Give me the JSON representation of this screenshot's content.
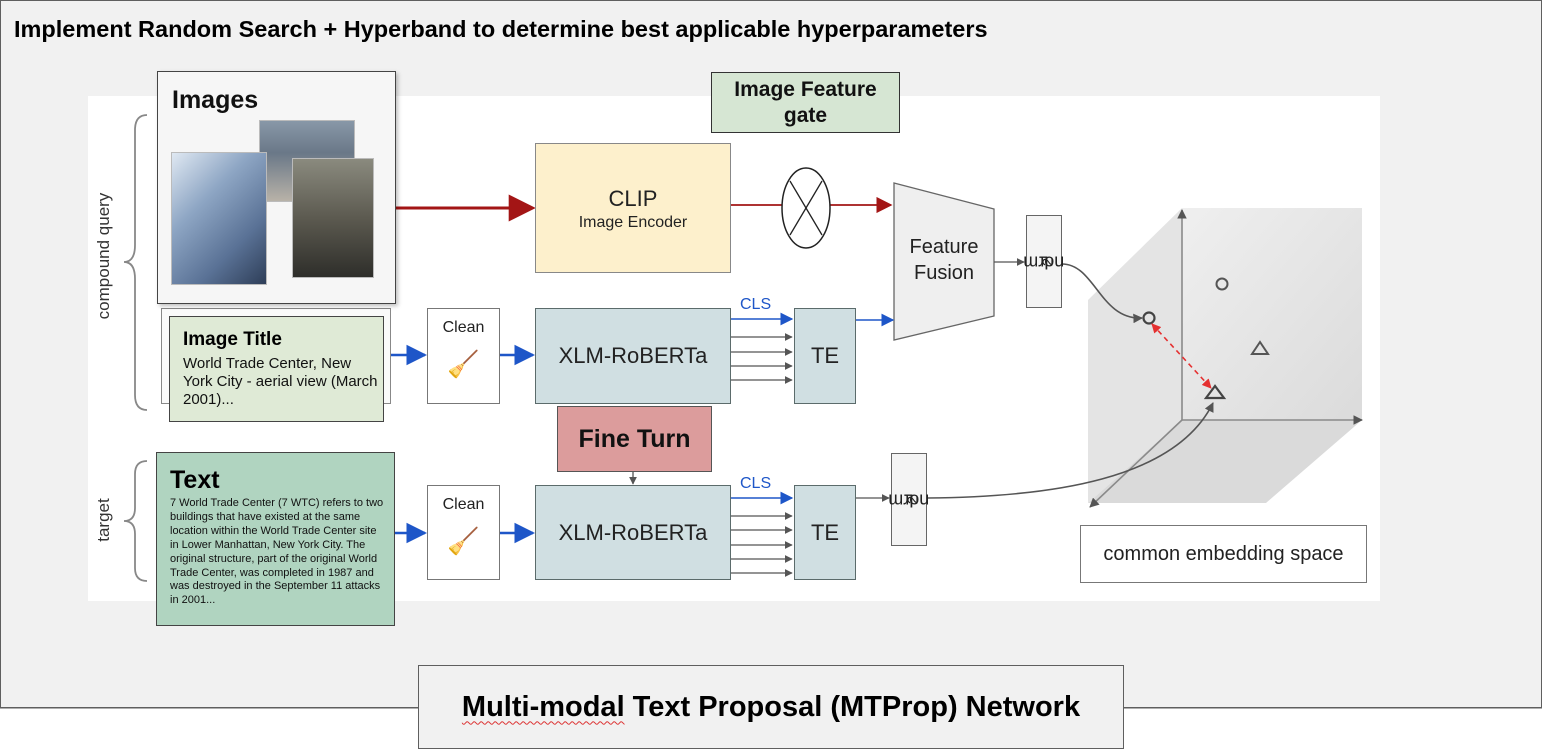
{
  "slide": {
    "heading": "Implement Random Search + Hyperband to determine best applicable hyperparameters",
    "caption_part1": "Multi-modal",
    "caption_part2": " Text Proposal (MTProp) Network"
  },
  "diagram": {
    "side_labels": {
      "compound_query": "compound query",
      "target": "target"
    },
    "images_card": {
      "title": "Images"
    },
    "image_title_card": {
      "title": "Image Title",
      "text": "World Trade Center, New York City - aerial view (March 2001)..."
    },
    "text_card": {
      "title": "Text",
      "text": "7 World Trade Center (7 WTC) refers to two buildings that have existed at the same location within the World Trade Center site in Lower Manhattan, New York City. The original structure, part of the original World Trade Center, was completed in 1987 and was destroyed in the September 11 attacks in 2001..."
    },
    "clip": {
      "title": "CLIP",
      "subtitle": "Image Encoder"
    },
    "image_feature_gate": {
      "label": "Image Feature gate"
    },
    "feature_fusion": {
      "label_line1": "Feature",
      "label_line2": "Fusion"
    },
    "l2norm": {
      "label": "L",
      "subscript": "2",
      "suffix": " norm"
    },
    "clean": {
      "label": "Clean",
      "icon": "broom-icon"
    },
    "encoder": {
      "label": "XLM-RoBERTa"
    },
    "te": {
      "label": "TE"
    },
    "cls": {
      "label": "CLS"
    },
    "fine_turn": {
      "label": "Fine Turn"
    },
    "common_embedding_space": {
      "label": "common embedding space"
    },
    "colors": {
      "image_arrow": "#a31515",
      "text_arrow": "#1e56c8",
      "similarity_line": "#e53030",
      "clip_fill": "#fdf0cc",
      "encoder_fill": "#d0dfe2",
      "gate_fill": "#d6e6d3",
      "title_card_fill": "#dfead6",
      "text_card_fill": "#b0d4c0",
      "fine_turn_fill": "#dc9c9c"
    }
  }
}
